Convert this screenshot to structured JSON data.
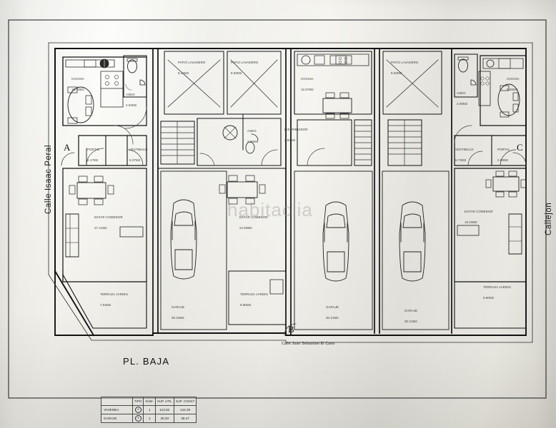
{
  "document": {
    "type": "architectural-floor-plan",
    "plan_title": "PL. BAJA",
    "watermark": "habitaclia"
  },
  "streets": {
    "left": "Calle Isaac Peral",
    "right": "Callejon",
    "bottom": "Calle Juan Sebastian El Cano"
  },
  "unit_markers": [
    {
      "letter": "A"
    },
    {
      "letter": "B"
    },
    {
      "letter": "C"
    }
  ],
  "rooms": [
    {
      "name": "COCINA",
      "area": "10.00M2"
    },
    {
      "name": "ASEO",
      "area": "2.03M2"
    },
    {
      "name": "PORTAL",
      "area": "2.17M2"
    },
    {
      "name": "VESTIBULO",
      "area": "6.07M2"
    },
    {
      "name": "PATIO LAVADERO",
      "area": "9.24M2"
    },
    {
      "name": "PATIO LAVADERO",
      "area": "8.93M2"
    },
    {
      "name": "COCINA",
      "area": "12.57M2"
    },
    {
      "name": "ASEO",
      "area": "3.90M2"
    },
    {
      "name": "DISTRIBUIDOR",
      "area": "2.94M2"
    },
    {
      "name": "PATIO LAVADERO",
      "area": "8.93M2"
    },
    {
      "name": "COCINA",
      "area": "9.38M2"
    },
    {
      "name": "ASEO",
      "area": "2.09M2"
    },
    {
      "name": "VESTIBULO",
      "area": "5.73M2"
    },
    {
      "name": "PORTAL",
      "area": "2.09M2"
    },
    {
      "name": "ESTAR COMEDOR",
      "area": "27.41M2"
    },
    {
      "name": "ESTAR COMEDOR",
      "area": "24.59M2"
    },
    {
      "name": "ESTAR COMEDOR",
      "area": "19.03M2"
    },
    {
      "name": "TERRAZA JARDIN",
      "area": "7.54M2"
    },
    {
      "name": "TERRAZA JARDIN",
      "area": "9.80M2"
    },
    {
      "name": "TERRAZA JARDIN",
      "area": "9.90M2"
    },
    {
      "name": "GARAJE",
      "area": "30.33M2"
    },
    {
      "name": "GARAJE",
      "area": "30.21M2"
    },
    {
      "name": "GARAJE",
      "area": "30.21M2"
    }
  ],
  "summary_table": {
    "headers": [
      "",
      "TIPO",
      "NUM.",
      "SUP. UTIL",
      "SUP. CONST"
    ],
    "rows": [
      {
        "label": "VIVIENDA",
        "tipo": "A",
        "num": "1",
        "sup_util": "113.92",
        "sup_const": "144.29"
      },
      {
        "label": "GARAJE",
        "tipo": "A",
        "num": "1",
        "sup_util": "30.33",
        "sup_const": "39.47"
      }
    ]
  }
}
